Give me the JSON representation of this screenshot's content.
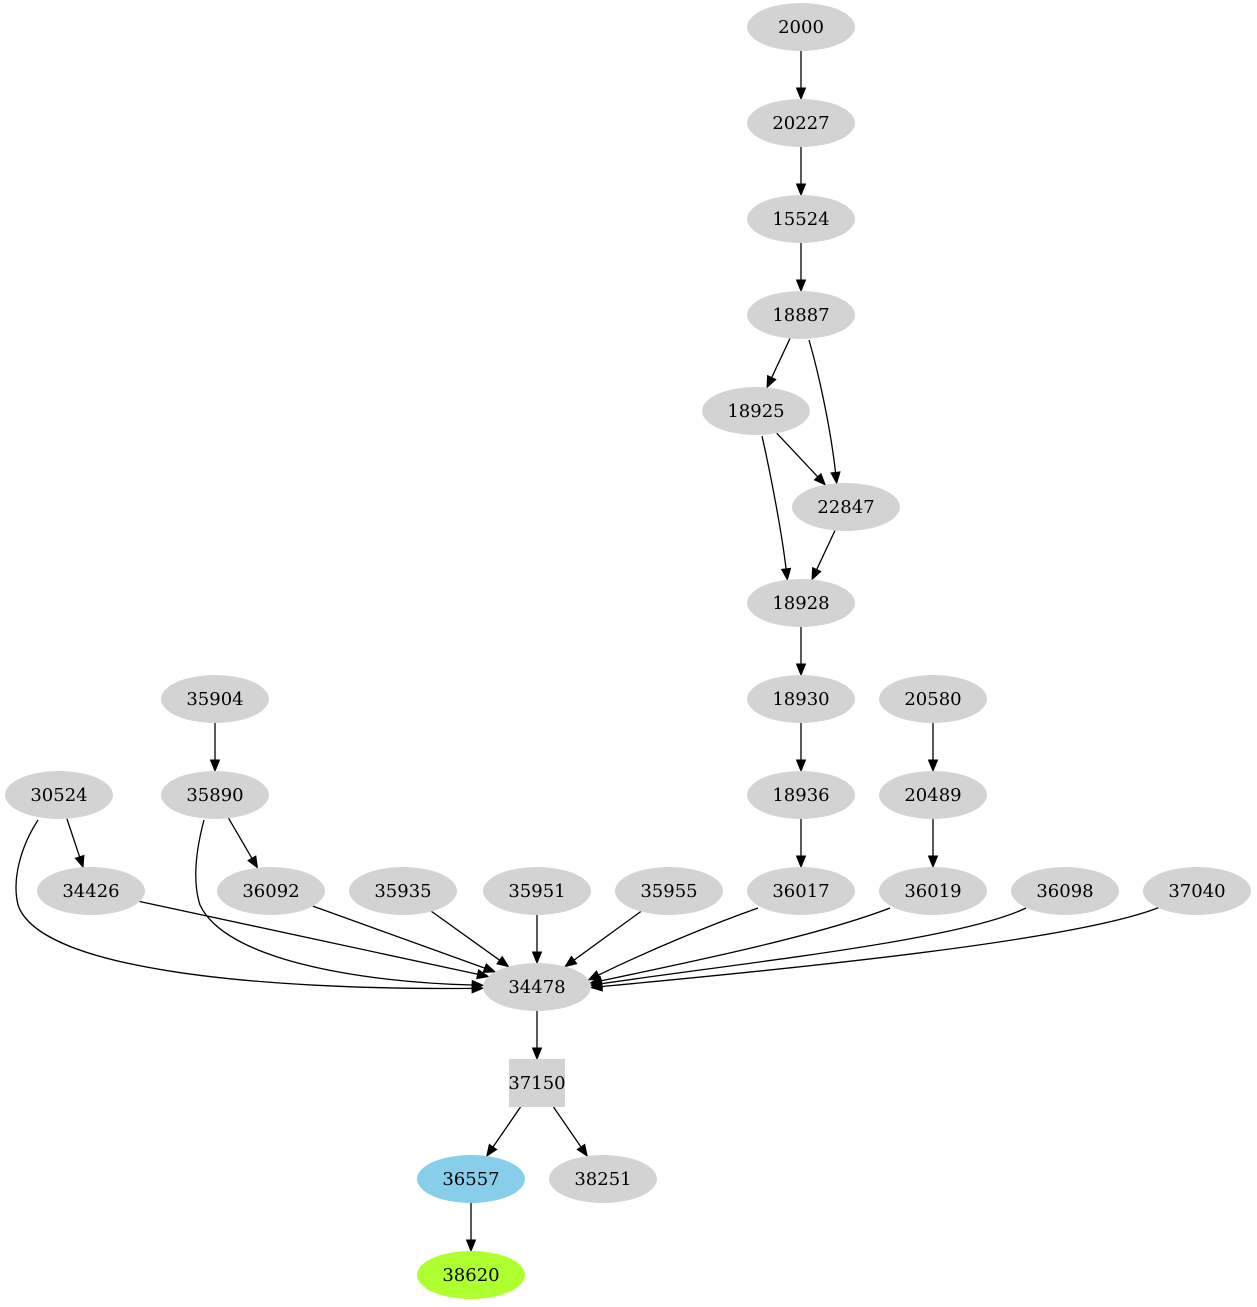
{
  "graph": {
    "default_fill": "#d3d3d3",
    "nodes": [
      {
        "id": "2000",
        "label": "2000",
        "shape": "ellipse",
        "fill": "#d3d3d3"
      },
      {
        "id": "20227",
        "label": "20227",
        "shape": "ellipse",
        "fill": "#d3d3d3"
      },
      {
        "id": "15524",
        "label": "15524",
        "shape": "ellipse",
        "fill": "#d3d3d3"
      },
      {
        "id": "18887",
        "label": "18887",
        "shape": "ellipse",
        "fill": "#d3d3d3"
      },
      {
        "id": "18925",
        "label": "18925",
        "shape": "ellipse",
        "fill": "#d3d3d3"
      },
      {
        "id": "22847",
        "label": "22847",
        "shape": "ellipse",
        "fill": "#d3d3d3"
      },
      {
        "id": "18928",
        "label": "18928",
        "shape": "ellipse",
        "fill": "#d3d3d3"
      },
      {
        "id": "18930",
        "label": "18930",
        "shape": "ellipse",
        "fill": "#d3d3d3"
      },
      {
        "id": "20580",
        "label": "20580",
        "shape": "ellipse",
        "fill": "#d3d3d3"
      },
      {
        "id": "35904",
        "label": "35904",
        "shape": "ellipse",
        "fill": "#d3d3d3"
      },
      {
        "id": "30524",
        "label": "30524",
        "shape": "ellipse",
        "fill": "#d3d3d3"
      },
      {
        "id": "35890",
        "label": "35890",
        "shape": "ellipse",
        "fill": "#d3d3d3"
      },
      {
        "id": "18936",
        "label": "18936",
        "shape": "ellipse",
        "fill": "#d3d3d3"
      },
      {
        "id": "20489",
        "label": "20489",
        "shape": "ellipse",
        "fill": "#d3d3d3"
      },
      {
        "id": "34426",
        "label": "34426",
        "shape": "ellipse",
        "fill": "#d3d3d3"
      },
      {
        "id": "36092",
        "label": "36092",
        "shape": "ellipse",
        "fill": "#d3d3d3"
      },
      {
        "id": "35935",
        "label": "35935",
        "shape": "ellipse",
        "fill": "#d3d3d3"
      },
      {
        "id": "35951",
        "label": "35951",
        "shape": "ellipse",
        "fill": "#d3d3d3"
      },
      {
        "id": "35955",
        "label": "35955",
        "shape": "ellipse",
        "fill": "#d3d3d3"
      },
      {
        "id": "36017",
        "label": "36017",
        "shape": "ellipse",
        "fill": "#d3d3d3"
      },
      {
        "id": "36019",
        "label": "36019",
        "shape": "ellipse",
        "fill": "#d3d3d3"
      },
      {
        "id": "36098",
        "label": "36098",
        "shape": "ellipse",
        "fill": "#d3d3d3"
      },
      {
        "id": "37040",
        "label": "37040",
        "shape": "ellipse",
        "fill": "#d3d3d3"
      },
      {
        "id": "34478",
        "label": "34478",
        "shape": "ellipse",
        "fill": "#d3d3d3"
      },
      {
        "id": "37150",
        "label": "37150",
        "shape": "box",
        "fill": "#d3d3d3"
      },
      {
        "id": "36557",
        "label": "36557",
        "shape": "ellipse",
        "fill": "#87ceeb"
      },
      {
        "id": "38251",
        "label": "38251",
        "shape": "ellipse",
        "fill": "#d3d3d3"
      },
      {
        "id": "38620",
        "label": "38620",
        "shape": "ellipse",
        "fill": "#adff2f"
      }
    ],
    "edges": [
      {
        "from": "2000",
        "to": "20227"
      },
      {
        "from": "20227",
        "to": "15524"
      },
      {
        "from": "15524",
        "to": "18887"
      },
      {
        "from": "18887",
        "to": "18925"
      },
      {
        "from": "18887",
        "to": "22847"
      },
      {
        "from": "18925",
        "to": "22847"
      },
      {
        "from": "18925",
        "to": "18928"
      },
      {
        "from": "22847",
        "to": "18928"
      },
      {
        "from": "18928",
        "to": "18930"
      },
      {
        "from": "18930",
        "to": "18936"
      },
      {
        "from": "20580",
        "to": "20489"
      },
      {
        "from": "35904",
        "to": "35890"
      },
      {
        "from": "30524",
        "to": "34426"
      },
      {
        "from": "30524",
        "to": "34478"
      },
      {
        "from": "35890",
        "to": "36092"
      },
      {
        "from": "35890",
        "to": "34478"
      },
      {
        "from": "18936",
        "to": "36017"
      },
      {
        "from": "20489",
        "to": "36019"
      },
      {
        "from": "34426",
        "to": "34478"
      },
      {
        "from": "36092",
        "to": "34478"
      },
      {
        "from": "35935",
        "to": "34478"
      },
      {
        "from": "35951",
        "to": "34478"
      },
      {
        "from": "35955",
        "to": "34478"
      },
      {
        "from": "36017",
        "to": "34478"
      },
      {
        "from": "36019",
        "to": "34478"
      },
      {
        "from": "36098",
        "to": "34478"
      },
      {
        "from": "37040",
        "to": "34478"
      },
      {
        "from": "34478",
        "to": "37150"
      },
      {
        "from": "37150",
        "to": "36557"
      },
      {
        "from": "37150",
        "to": "38251"
      },
      {
        "from": "36557",
        "to": "38620"
      }
    ]
  }
}
